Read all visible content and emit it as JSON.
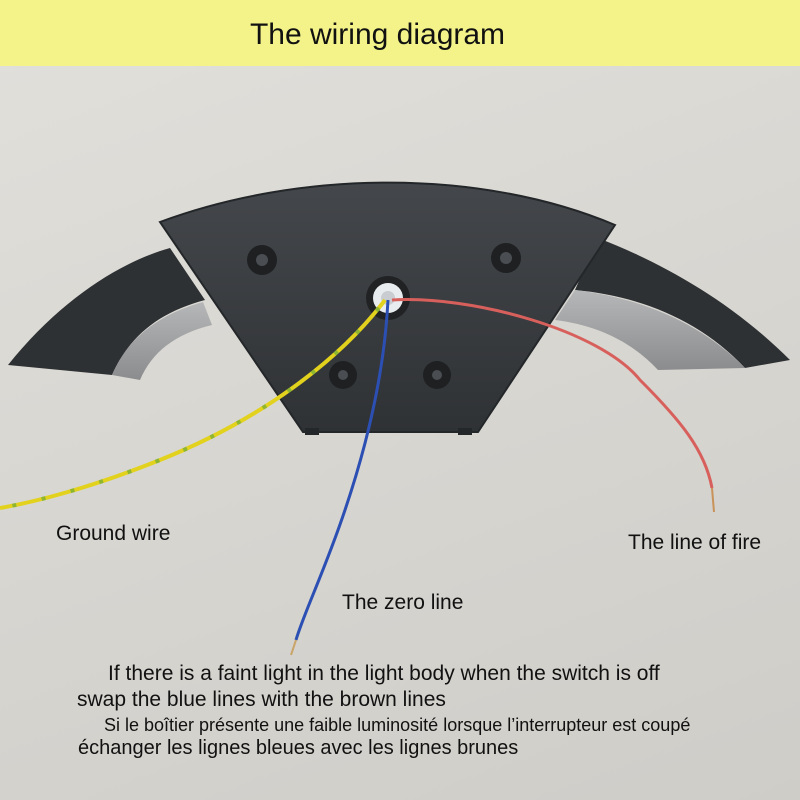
{
  "title": "The wiring diagram",
  "labels": {
    "ground": "Ground wire",
    "zero": "The zero line",
    "fire": "The line of fire"
  },
  "notes": {
    "en_line1": "If there is a faint light in the light body when the switch is off",
    "en_line2": "swap the blue lines with the brown lines",
    "fr_line1": "Si le boîtier présente une faible luminosité lorsque l’interrupteur est coupé",
    "fr_line2": "échanger les lignes bleues avec les lignes brunes"
  },
  "colors": {
    "banner": "#f3f38a",
    "housing": "#3a3d40",
    "ground_wire_yellow": "#e2d21e",
    "ground_wire_green": "#5aa33c",
    "zero_wire": "#2c4fb4",
    "fire_wire": "#d8605c"
  }
}
